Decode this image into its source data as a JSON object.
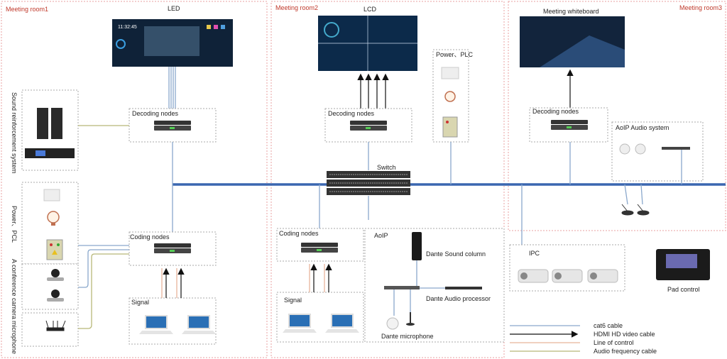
{
  "rooms": {
    "room1": "Meeting room1",
    "room2": "Meeting room2",
    "room3": "Meeting room3"
  },
  "room1": {
    "display": "LED",
    "led_clock": "11:32:45",
    "decoding": "Decoding nodes",
    "coding": "Coding nodes",
    "signal": "Signal",
    "sound_system": "Sound reinforcement system",
    "power": "Power、PCL",
    "camera": "A conference camera",
    "microphone": "microphone"
  },
  "room2": {
    "display": "LCD",
    "decoding": "Decoding nodes",
    "power": "Power、PLC",
    "switch": "Switch",
    "coding": "Coding nodes",
    "signal": "Signal",
    "aoip": "AoIP",
    "sound_column": "Dante Sound column",
    "audio_processor": "Dante Audio processor",
    "microphone": "Dante microphone"
  },
  "room3": {
    "display": "Meeting whiteboard",
    "decoding": "Decoding nodes",
    "aoip_audio": "AoIP Audio system",
    "ipc": "IPC",
    "pad": "Pad control"
  },
  "legend": [
    {
      "label": "cat6 cable",
      "color": "#8aa8cc"
    },
    {
      "label": "HDMI HD video cable",
      "color": "#111111"
    },
    {
      "label": "Line of control",
      "color": "#e8b49a"
    },
    {
      "label": "Audio frequency cable",
      "color": "#b8b878"
    }
  ]
}
